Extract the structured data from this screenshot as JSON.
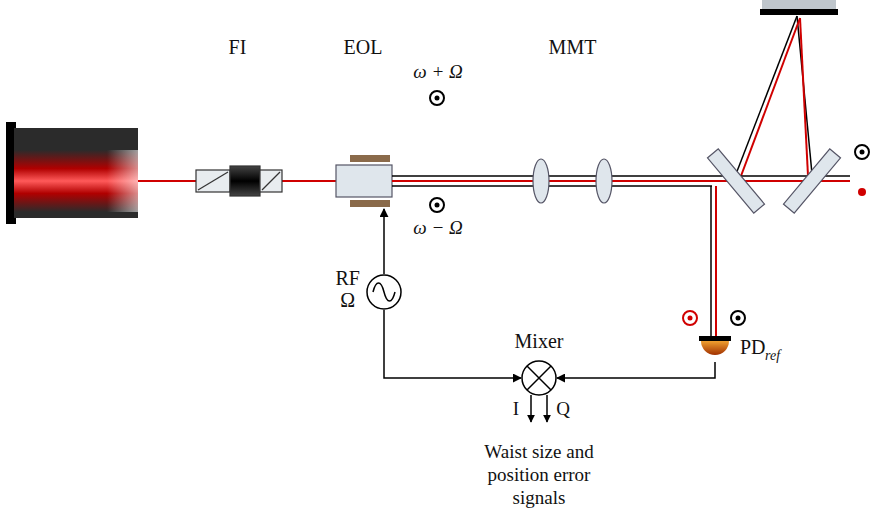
{
  "diagram": {
    "nodes": [
      {
        "text": [
          "FI"
        ]
      },
      {
        "text": [
          "EOL"
        ]
      },
      {
        "text": [
          "MMT"
        ]
      },
      {
        "text": [
          "RF Ω"
        ]
      },
      {
        "text": [
          "PD",
          "ref"
        ]
      },
      {
        "text": [
          "Mixer"
        ]
      }
    ],
    "edges": [
      {
        "from": 3,
        "to": 1,
        "arrow": "to"
      },
      {
        "from": 3,
        "to": 5,
        "arrow": "to"
      },
      {
        "from": 4,
        "to": 5,
        "arrow": "to"
      }
    ],
    "labels": [
      "ω + Ω",
      "ω − Ω",
      "I",
      "Q",
      "Waist size and position error signals"
    ]
  }
}
